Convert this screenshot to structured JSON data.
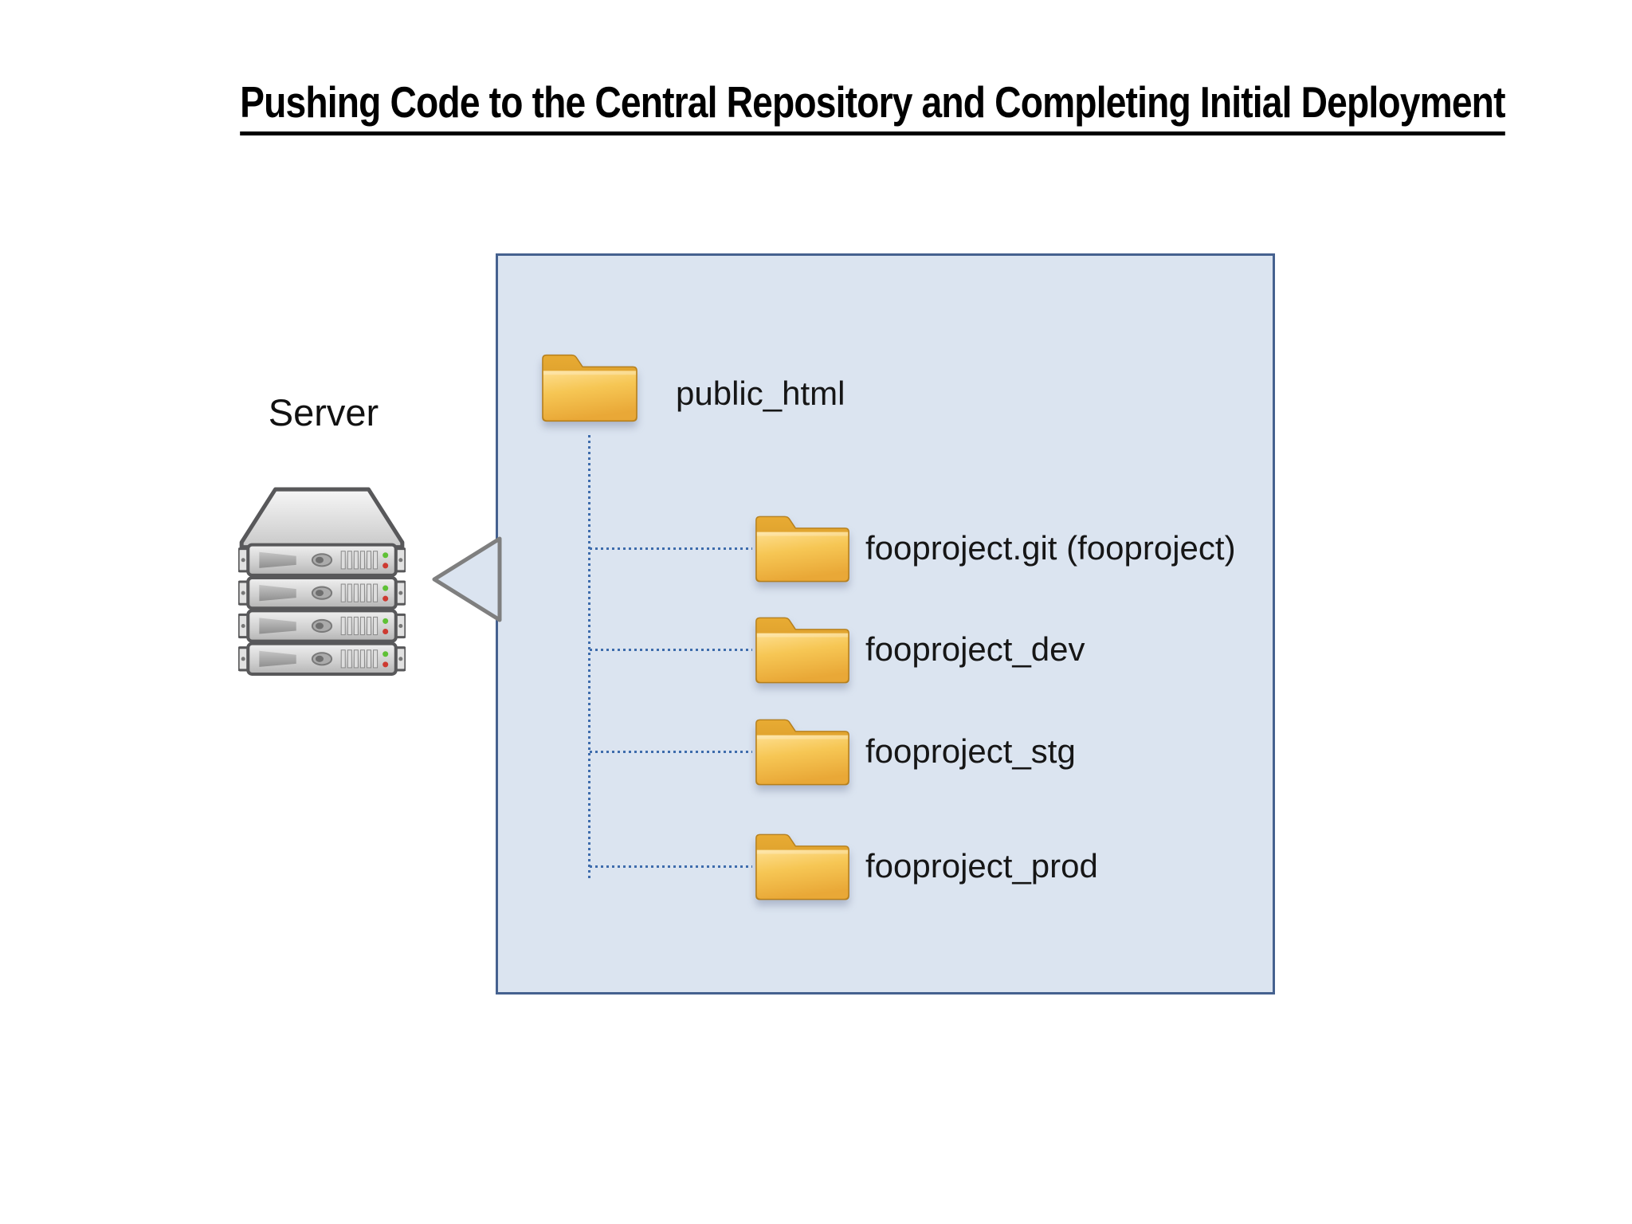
{
  "title": "Pushing Code to the Central Repository and Completing Initial Deployment",
  "server": {
    "label": "Server",
    "icon": "server-stack-icon"
  },
  "panel": {
    "root_folder": {
      "label": "public_html",
      "icon": "folder-icon"
    },
    "children": [
      {
        "label": "fooproject.git (fooproject)",
        "icon": "folder-icon"
      },
      {
        "label": "fooproject_dev",
        "icon": "folder-icon"
      },
      {
        "label": "fooproject_stg",
        "icon": "folder-icon"
      },
      {
        "label": "fooproject_prod",
        "icon": "folder-icon"
      }
    ]
  },
  "colors": {
    "background": "#ffffff",
    "panel_fill": "#dbe4f0",
    "panel_border": "#45618f",
    "connector_dots": "#3e6cac",
    "pointer_outline": "#7f7f7f",
    "folder_front_light": "#fcd96f",
    "folder_front_dark": "#eaa938",
    "folder_back": "#d6992b",
    "title_color": "#000000",
    "text_color": "#161616",
    "led_green": "#5fc136",
    "led_red": "#cd3a31"
  }
}
